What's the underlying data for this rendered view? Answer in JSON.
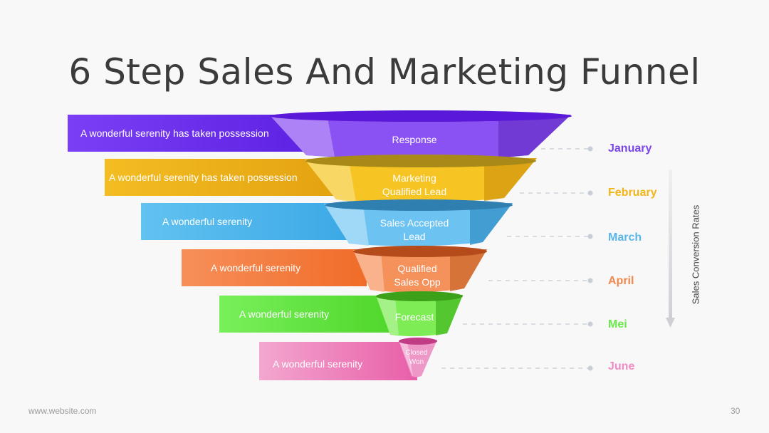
{
  "slide": {
    "title": "6 Step Sales And Marketing Funnel",
    "side_label": "Sales Conversion Rates",
    "footer_left": "www.website.com",
    "page_number": "30"
  },
  "stages": [
    {
      "banner_text": "A wonderful serenity has taken possession",
      "stage_label": "Response",
      "month": "January",
      "color": "#7b45e8"
    },
    {
      "banner_text": "A wonderful serenity has taken possession",
      "stage_label": "Marketing\nQualified Lead",
      "month": "February",
      "color": "#f2b418"
    },
    {
      "banner_text": "A wonderful serenity",
      "stage_label": "Sales Accepted\nLead",
      "month": "March",
      "color": "#5ab5e8"
    },
    {
      "banner_text": "A wonderful serenity",
      "stage_label": "Qualified\nSales Opp",
      "month": "April",
      "color": "#f2874a"
    },
    {
      "banner_text": "A wonderful serenity",
      "stage_label": "Forecast",
      "month": "Mei",
      "color": "#6ae84a"
    },
    {
      "banner_text": "A wonderful serenity",
      "stage_label": "Closed\nWon",
      "month": "June",
      "color": "#ee8dc4"
    }
  ]
}
